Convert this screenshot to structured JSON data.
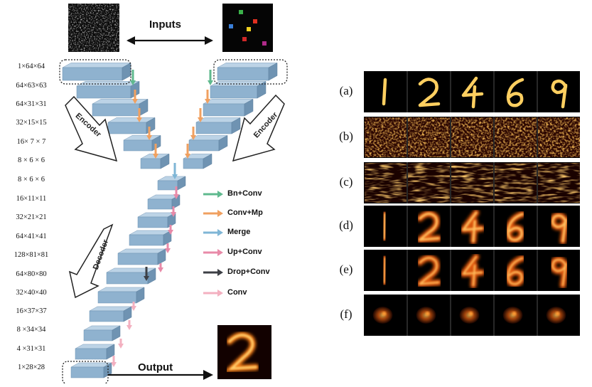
{
  "labels": {
    "inputs": "Inputs",
    "output": "Output",
    "encoder_left": "Encoder",
    "encoder_right": "Encoder",
    "decoder": "Decoder"
  },
  "dimensions": [
    "1×64×64",
    "64×63×63",
    "64×31×31",
    "32×15×15",
    "16× 7 × 7",
    "8 × 6 × 6",
    "8 × 6 × 6",
    "16×11×11",
    "32×21×21",
    "64×41×41",
    "128×81×81",
    "64×80×80",
    "32×40×40",
    "16×37×37",
    "8 ×34×34",
    "4 ×31×31",
    "1×28×28"
  ],
  "legend": [
    {
      "label": "Bn+Conv",
      "color": "#5fb98e"
    },
    {
      "label": "Conv+Mp",
      "color": "#f0a060"
    },
    {
      "label": "Merge",
      "color": "#7fb6d6"
    },
    {
      "label": "Up+Conv",
      "color": "#e88aa8"
    },
    {
      "label": "Drop+Conv",
      "color": "#3c3f45"
    },
    {
      "label": "Conv",
      "color": "#f3b0c0"
    }
  ],
  "panel_rows": [
    "(a)",
    "(b)",
    "(c)",
    "(d)",
    "(e)",
    "(f)"
  ],
  "digits": [
    "1",
    "2",
    "4",
    "6",
    "9"
  ],
  "colors": {
    "block_top": "#bcd3e6",
    "block_front": "#8fb2cf",
    "block_side": "#6f93b2",
    "heat": "#f0a030"
  }
}
